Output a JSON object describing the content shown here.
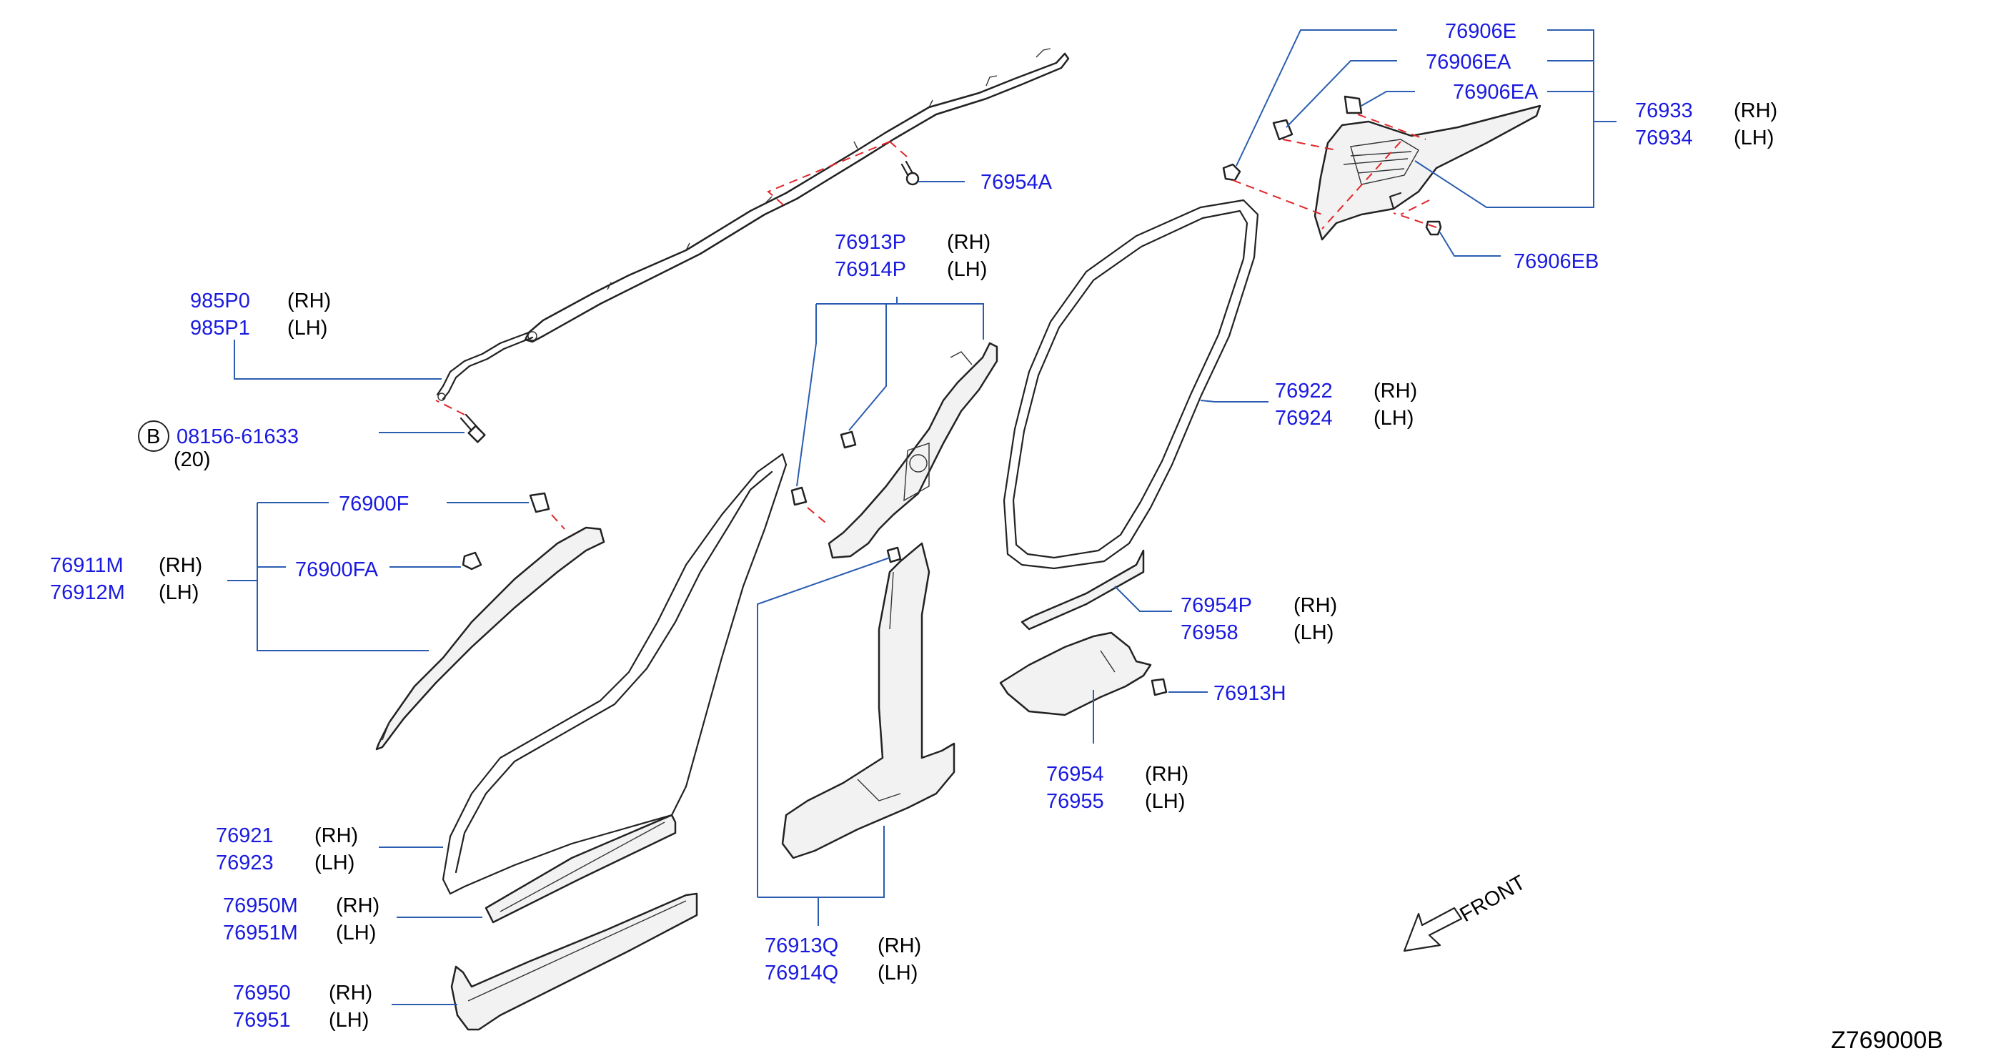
{
  "labels": {
    "p76906E": "76906E",
    "p76906EA_1": "76906EA",
    "p76906EA_2": "76906EA",
    "p76933": "76933",
    "p76934": "76934",
    "p76954A": "76954A",
    "p76906EB": "76906EB",
    "p76913P": "76913P",
    "p76914P": "76914P",
    "p985P0": "985P0",
    "p985P1": "985P1",
    "bolt_circle": "B",
    "p08156": "08156-61633",
    "bolt_qty": "(20)",
    "p76900F": "76900F",
    "p76900FA": "76900FA",
    "p76911M": "76911M",
    "p76912M": "76912M",
    "p76922": "76922",
    "p76924": "76924",
    "p76954P": "76954P",
    "p76958": "76958",
    "p76913H": "76913H",
    "p76954": "76954",
    "p76955": "76955",
    "p76921": "76921",
    "p76923": "76923",
    "p76950M": "76950M",
    "p76951M": "76951M",
    "p76913Q": "76913Q",
    "p76914Q": "76914Q",
    "p76950": "76950",
    "p76951": "76951",
    "front": "FRONT",
    "diagram_code": "Z769000B"
  },
  "sides": {
    "rh": "(RH)",
    "lh": "(LH)"
  },
  "colors": {
    "part_number": "#1a1ae0",
    "leader_line": "#2a5db0",
    "dashed_guide": "#e0262a",
    "part_outline": "#222222"
  }
}
